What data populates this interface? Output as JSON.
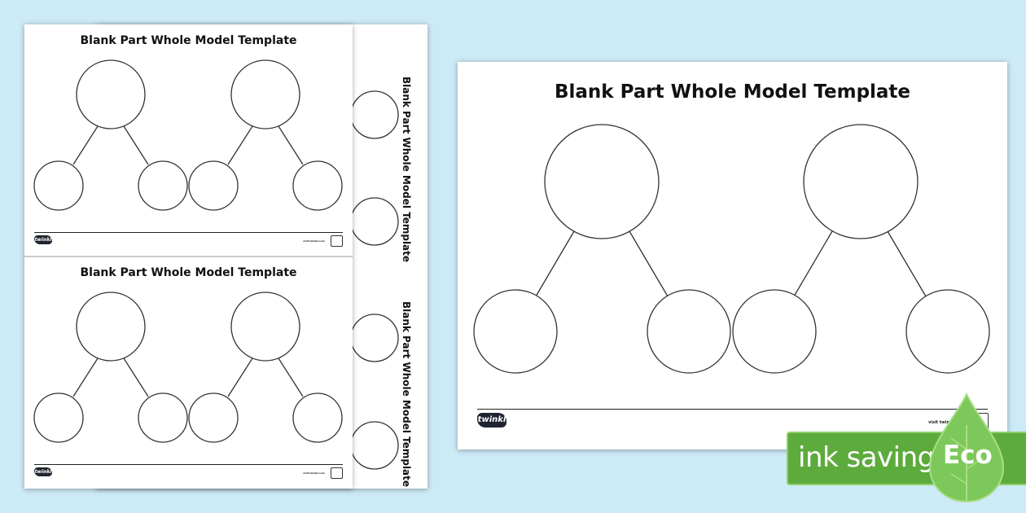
{
  "sheets": {
    "title": "Blank Part Whole Model Template",
    "footer_url": "visit twinkl.com",
    "logo_text": "twinkl"
  },
  "eco_badge": {
    "label": "ink saving",
    "word": "Eco",
    "color": "#5dab3c"
  },
  "colors": {
    "background": "#cdeaf7",
    "sheet": "#ffffff",
    "ink": "#333333"
  }
}
